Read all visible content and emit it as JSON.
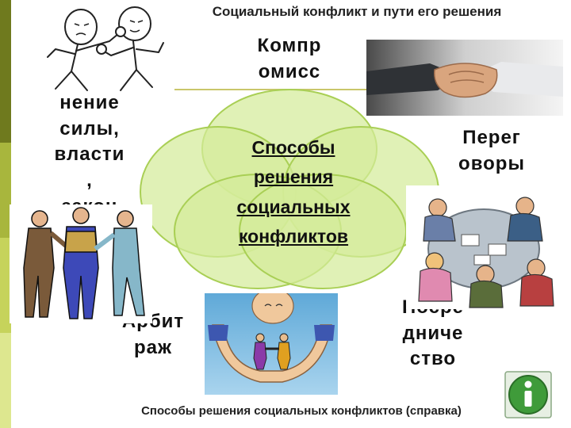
{
  "title": "Социальный конфликт и пути его решения",
  "footer": "Способы решения социальных конфликтов (справка)",
  "center": {
    "line1": "Способы",
    "line2": "решения",
    "line3": "социальных",
    "line4": "конфликтов"
  },
  "methods": {
    "compromise": {
      "line1": "Компр",
      "line2": "омисс"
    },
    "force": {
      "line1": "нение",
      "line2": "силы,",
      "line3": "власти",
      "line4": ",",
      "line5": "закон"
    },
    "negotiation": {
      "line1": "Перег",
      "line2": "оворы"
    },
    "arbitration": {
      "line1": "Арбит",
      "line2": "раж"
    },
    "mediation": {
      "line1": "Посре",
      "line2": "дниче",
      "line3": "ство"
    }
  },
  "icons": {
    "info": "info-icon"
  },
  "colors": {
    "petal_fill": "#d4ec9a",
    "petal_stroke": "#a9cf55",
    "accent_bar": "#6f7a1e",
    "info_green": "#3f9b3a"
  }
}
